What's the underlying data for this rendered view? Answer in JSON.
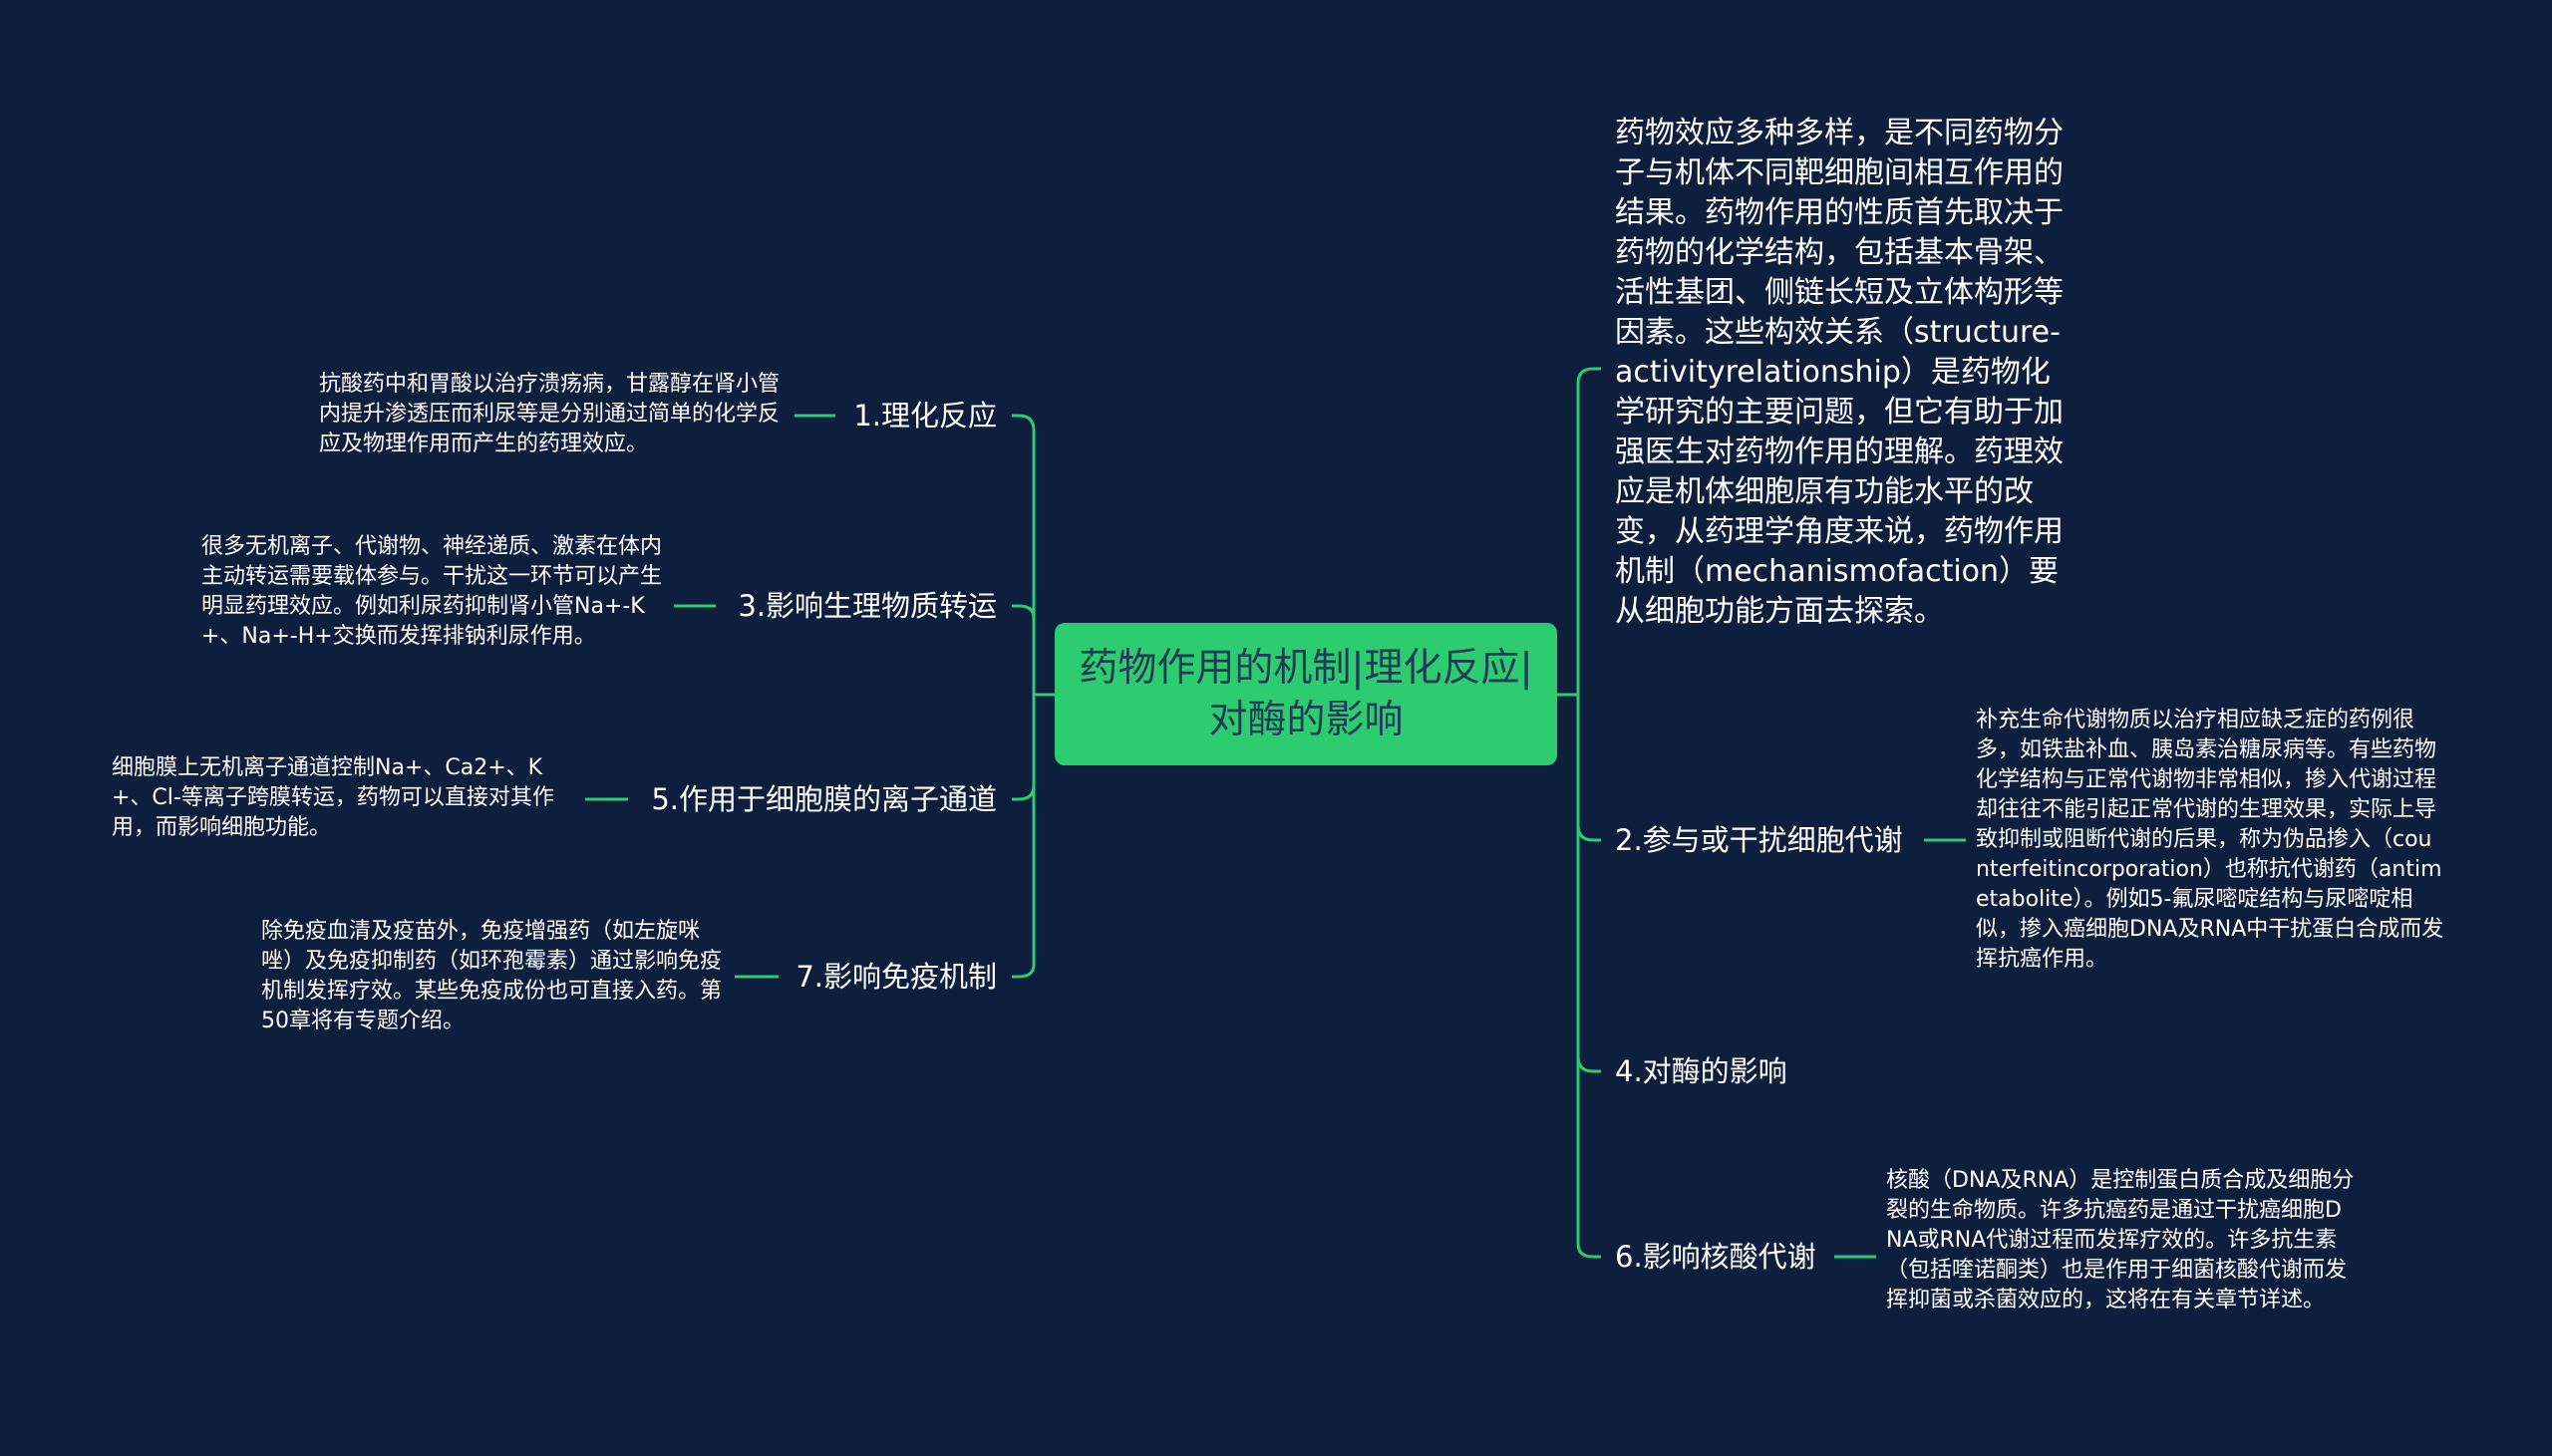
{
  "center": {
    "text": "药物作用的机制|理化反应|对酶的影响"
  },
  "left": [
    {
      "label": "1.理化反应",
      "note": "抗酸药中和胃酸以治疗溃疡病，甘露醇在肾小管内提升渗透压而利尿等是分别通过简单的化学反应及物理作用而产生的药理效应。"
    },
    {
      "label": "3.影响生理物质转运",
      "note": "很多无机离子、代谢物、神经递质、激素在体内主动转运需要载体参与。干扰这一环节可以产生明显药理效应。例如利尿药抑制肾小管Na+-K+、Na+-H+交换而发挥排钠利尿作用。"
    },
    {
      "label": "5.作用于细胞膜的离子通道",
      "note": "细胞膜上无机离子通道控制Na+、Ca2+、K+、Cl-等离子跨膜转运，药物可以直接对其作用，而影响细胞功能。"
    },
    {
      "label": "7.影响免疫机制",
      "note": "除免疫血清及疫苗外，免疫增强药（如左旋咪唑）及免疫抑制药（如环孢霉素）通过影响免疫机制发挥疗效。某些免疫成份也可直接入药。第50章将有专题介绍。"
    }
  ],
  "right": [
    {
      "label": "药物效应多种多样，是不同药物分子与机体不同靶细胞间相互作用的结果。药物作用的性质首先取决于药物的化学结构，包括基本骨架、活性基团、侧链长短及立体构形等因素。这些构效关系（structure-activityrelationship）是药物化学研究的主要问题，但它有助于加强医生对药物作用的理解。药理效应是机体细胞原有功能水平的改变，从药理学角度来说，药物作用机制（mechanismofaction）要从细胞功能方面去探索。"
    },
    {
      "label": "2.参与或干扰细胞代谢",
      "note": "补充生命代谢物质以治疗相应缺乏症的药例很多，如铁盐补血、胰岛素治糖尿病等。有些药物化学结构与正常代谢物非常相似，掺入代谢过程却往往不能引起正常代谢的生理效果，实际上导致抑制或阻断代谢的后果，称为伪品掺入（counterfeitincorporation）也称抗代谢药（antimetabolite）。例如5-氟尿嘧啶结构与尿嘧啶相似，掺入癌细胞DNA及RNA中干扰蛋白合成而发挥抗癌作用。"
    },
    {
      "label": "4.对酶的影响"
    },
    {
      "label": "6.影响核酸代谢",
      "note": "核酸（DNA及RNA）是控制蛋白质合成及细胞分裂的生命物质。许多抗癌药是通过干扰癌细胞DNA或RNA代谢过程而发挥疗效的。许多抗生素（包括喹诺酮类）也是作用于细菌核酸代谢而发挥抑菌或杀菌效应的，这将在有关章节详述。"
    }
  ],
  "colors": {
    "background": "#0d1f3c",
    "accent": "#2ecc71",
    "text": "#ffffff",
    "center_text": "#1f3b56"
  }
}
